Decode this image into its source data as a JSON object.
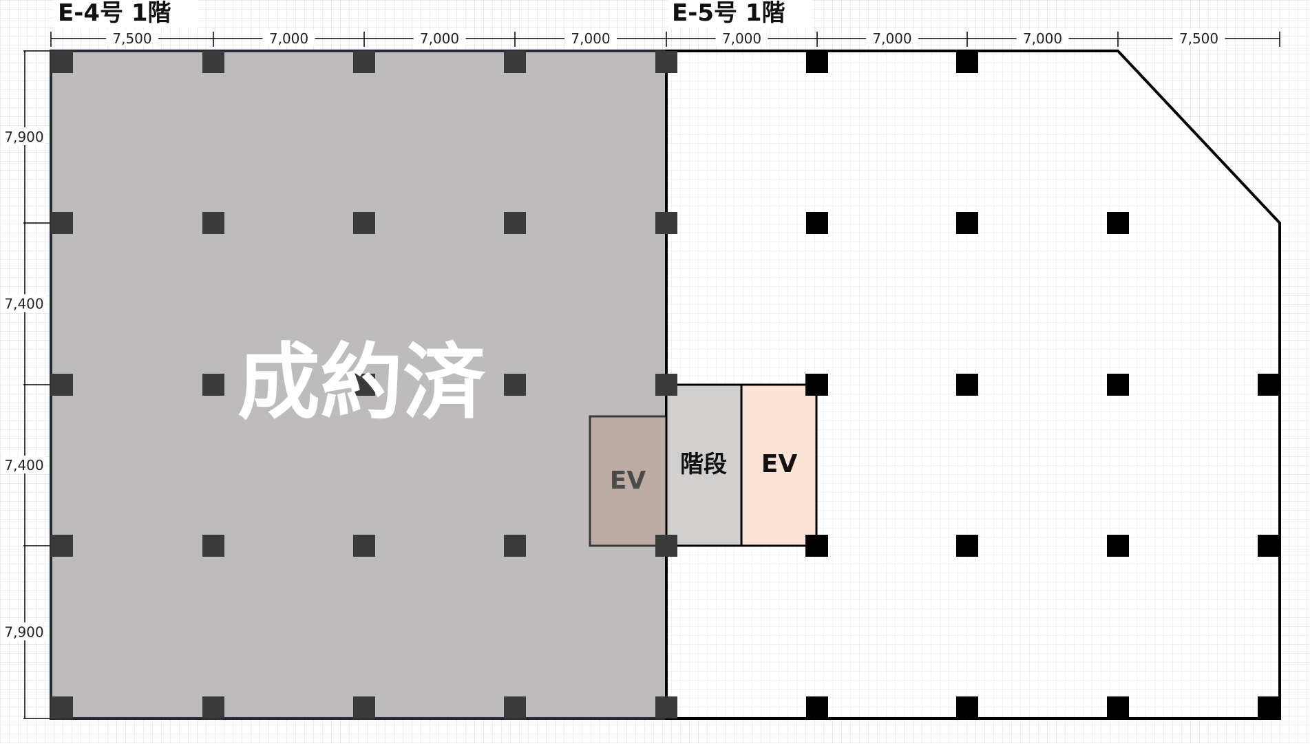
{
  "titles": {
    "left": "E-4号 1階",
    "right": "E-5号 1階"
  },
  "top_dimensions": [
    "7,500",
    "7,000",
    "7,000",
    "7,000",
    "7,000",
    "7,000",
    "7,000",
    "7,500"
  ],
  "left_dimensions": [
    "7,900",
    "7,400",
    "7,400",
    "7,900"
  ],
  "overlay_text": "成約済",
  "rooms": {
    "ev_left": "EV",
    "stairs": "階段",
    "ev_right": "EV"
  },
  "colors": {
    "contracted_fill": "#b7b5b6",
    "ev_left_fill": "#bdaca4",
    "stairs_fill": "#d2cfcf",
    "ev_right_fill": "#fbe4d6",
    "column": "#000000",
    "column_contracted": "#3a3a3a",
    "grid_line": "#d9d9d9",
    "outline": "#000000"
  }
}
